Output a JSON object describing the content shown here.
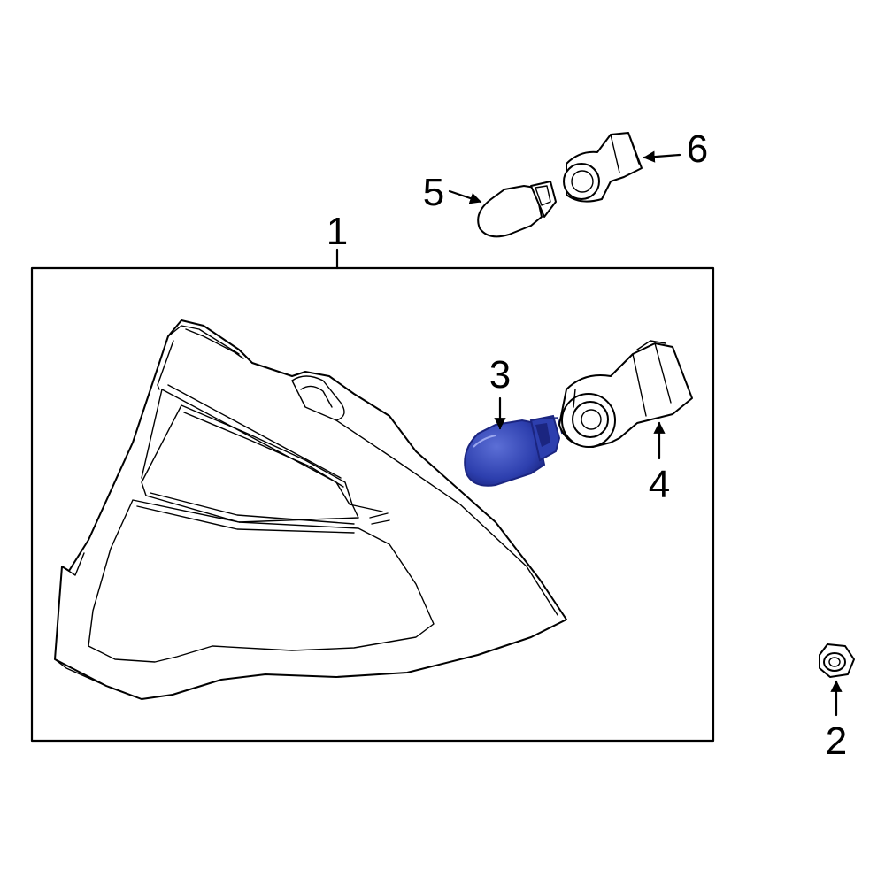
{
  "callouts": {
    "c1": "1",
    "c2": "2",
    "c3": "3",
    "c4": "4",
    "c5": "5",
    "c6": "6"
  },
  "colors": {
    "highlight": "#2d3fae",
    "highlight_light": "#5c6fd6",
    "highlight_dark": "#1b2580",
    "line": "#000000",
    "background": "#ffffff"
  }
}
